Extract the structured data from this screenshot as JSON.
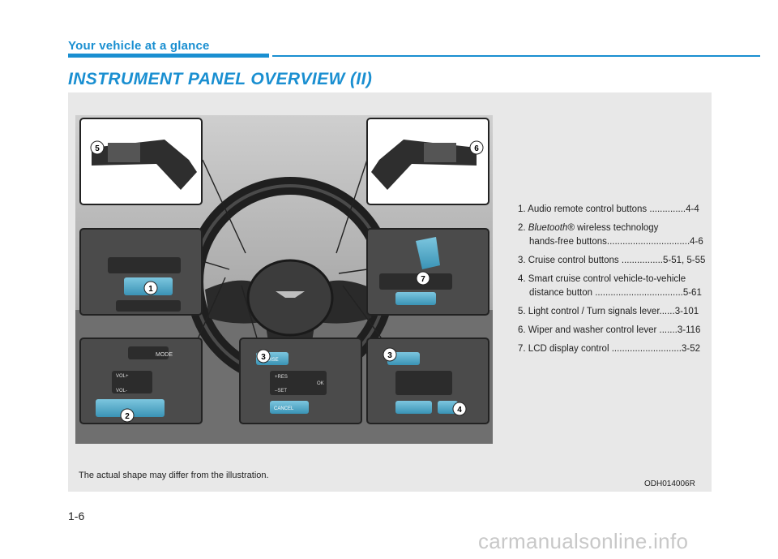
{
  "header": {
    "section": "Your vehicle at a glance",
    "title": "INSTRUMENT PANEL OVERVIEW (II)"
  },
  "legend": [
    {
      "number": "1.",
      "line1": "Audio remote control buttons ..............4-4",
      "line2": ""
    },
    {
      "number": "2.",
      "line1_italic": "Bluetooth®",
      "line1": " wireless technology",
      "line2": "hands-free buttons................................4-6"
    },
    {
      "number": "3.",
      "line1": "Cruise control buttons ................5-51, 5-55",
      "line2": ""
    },
    {
      "number": "4.",
      "line1": "Smart cruise control vehicle-to-vehicle",
      "line2": "distance button ..................................5-61"
    },
    {
      "number": "5.",
      "line1": "Light control / Turn signals lever......3-101",
      "line2": ""
    },
    {
      "number": "6.",
      "line1": "Wiper and washer control lever .......3-116",
      "line2": ""
    },
    {
      "number": "7.",
      "line1": "LCD display control ...........................3-52",
      "line2": ""
    }
  ],
  "illustration": {
    "callouts": [
      "1",
      "2",
      "3",
      "3",
      "4",
      "5",
      "6",
      "7"
    ],
    "button_labels": {
      "mode": "MODE",
      "vol_up": "VOL+",
      "vol_down": "VOL-",
      "cruise": "CRUISE",
      "res": "+RES",
      "set": "–SET",
      "cancel": "CANCEL",
      "ok": "OK"
    },
    "accent_color": "#4aa8c8"
  },
  "footer": {
    "caption": "The actual shape may differ from the illustration.",
    "figure_code": "ODH014006R",
    "page_number": "1-6",
    "watermark": "carmanualsonline.info"
  }
}
